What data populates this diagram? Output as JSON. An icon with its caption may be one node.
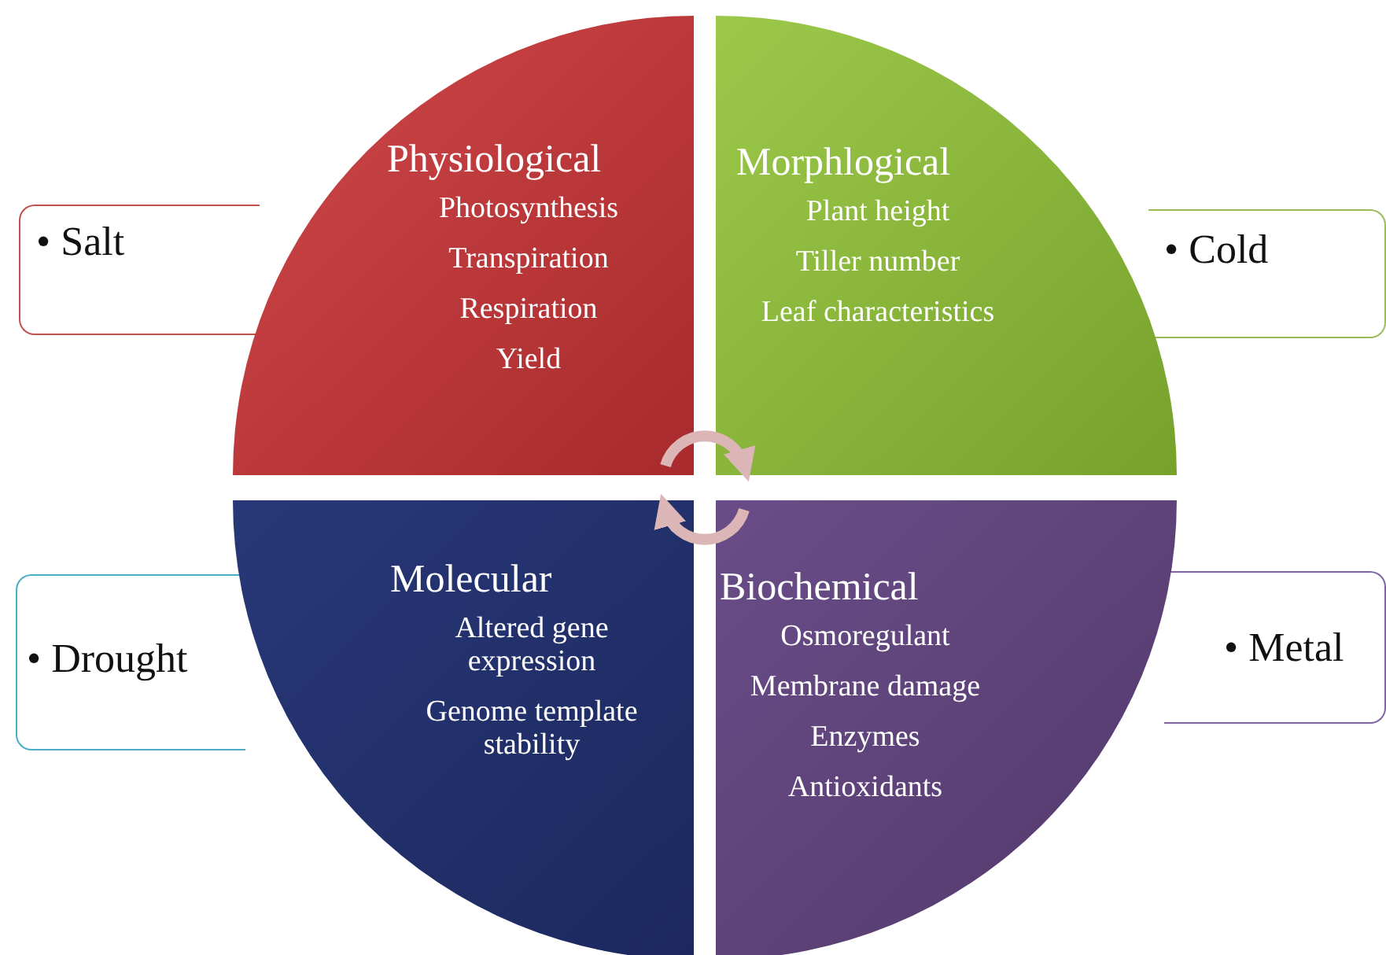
{
  "diagram": {
    "nodes": [
      {
        "text": [
          "Physiological",
          "Photosynthesis",
          "Transpiration",
          "Respiration",
          "Yield"
        ]
      },
      {
        "text": [
          "Morphlogical",
          "Plant height",
          "Tiller number",
          "Leaf characteristics"
        ]
      },
      {
        "text": [
          "Molecular",
          "Altered gene expression",
          "Genome template stability"
        ]
      },
      {
        "text": [
          "Biochemical",
          "Osmoregulant",
          "Membrane damage",
          "Enzymes",
          "Antioxidants"
        ]
      },
      {
        "text": [
          "• Salt"
        ]
      },
      {
        "text": [
          "• Cold"
        ]
      },
      {
        "text": [
          "• Drought"
        ]
      },
      {
        "text": [
          "• Metal"
        ]
      }
    ],
    "edges": [
      {
        "from": 0,
        "to": 1,
        "arrow": "to"
      },
      {
        "from": 3,
        "to": 2,
        "arrow": "to"
      }
    ]
  }
}
